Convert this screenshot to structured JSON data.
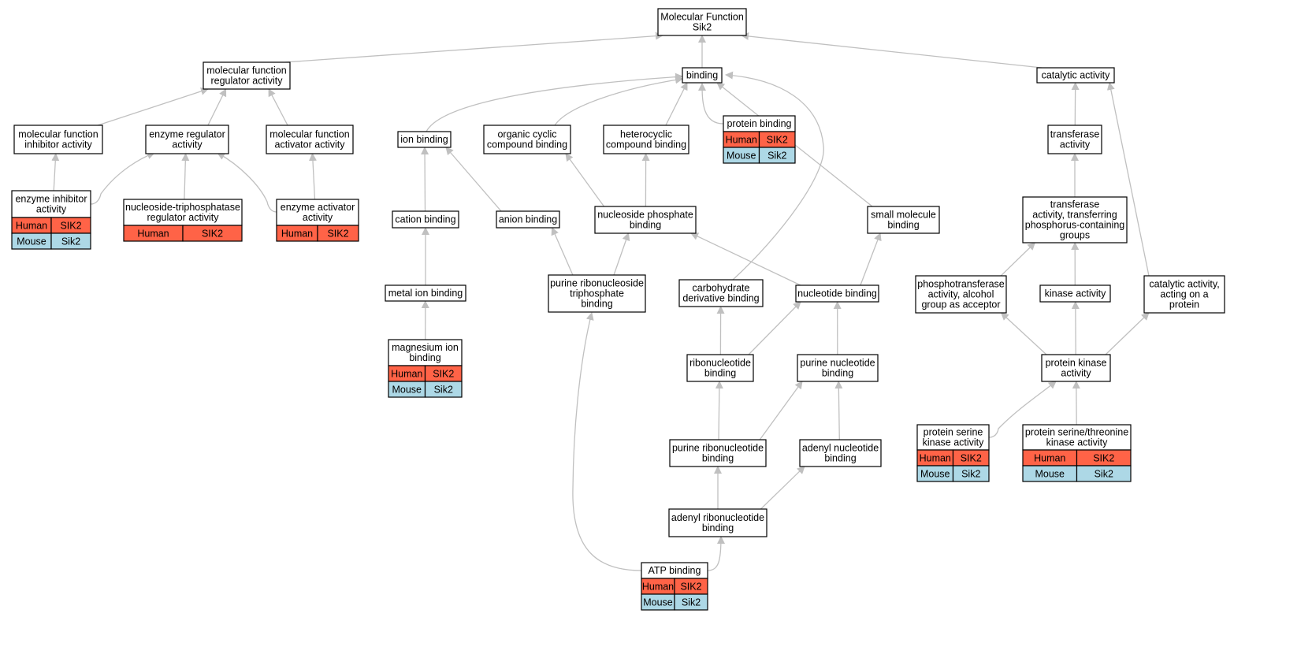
{
  "nodes": [
    {
      "id": "mf",
      "lines": [
        "Molecular Function",
        "Sik2"
      ]
    },
    {
      "id": "mfreg",
      "lines": [
        "molecular function",
        "regulator activity"
      ]
    },
    {
      "id": "binding",
      "lines": [
        "binding"
      ]
    },
    {
      "id": "catalytic",
      "lines": [
        "catalytic activity"
      ]
    },
    {
      "id": "mfinh",
      "lines": [
        "molecular function",
        "inhibitor activity"
      ]
    },
    {
      "id": "enzreg",
      "lines": [
        "enzyme regulator",
        "activity"
      ]
    },
    {
      "id": "mfact",
      "lines": [
        "molecular function",
        "activator activity"
      ]
    },
    {
      "id": "ionbind",
      "lines": [
        "ion binding"
      ]
    },
    {
      "id": "orgcyc",
      "lines": [
        "organic cyclic",
        "compound binding"
      ]
    },
    {
      "id": "hetcyc",
      "lines": [
        "heterocyclic",
        "compound binding"
      ]
    },
    {
      "id": "protbind",
      "lines": [
        "protein binding"
      ],
      "orthologs": [
        {
          "species": "Human",
          "gene": "SIK2"
        },
        {
          "species": "Mouse",
          "gene": "Sik2"
        }
      ]
    },
    {
      "id": "transferase",
      "lines": [
        "transferase",
        "activity"
      ]
    },
    {
      "id": "enzinh",
      "lines": [
        "enzyme inhibitor",
        "activity"
      ],
      "orthologs": [
        {
          "species": "Human",
          "gene": "SIK2"
        },
        {
          "species": "Mouse",
          "gene": "Sik2"
        }
      ]
    },
    {
      "id": "ntpreg",
      "lines": [
        "nucleoside-triphosphatase",
        "regulator activity"
      ],
      "orthologs": [
        {
          "species": "Human",
          "gene": "SIK2"
        }
      ]
    },
    {
      "id": "enzact",
      "lines": [
        "enzyme activator",
        "activity"
      ],
      "orthologs": [
        {
          "species": "Human",
          "gene": "SIK2"
        }
      ]
    },
    {
      "id": "cation",
      "lines": [
        "cation binding"
      ]
    },
    {
      "id": "anion",
      "lines": [
        "anion binding"
      ]
    },
    {
      "id": "nucphos",
      "lines": [
        "nucleoside phosphate",
        "binding"
      ]
    },
    {
      "id": "smallmol",
      "lines": [
        "small molecule",
        "binding"
      ]
    },
    {
      "id": "transphos",
      "lines": [
        "transferase",
        "activity, transferring",
        "phosphorus-containing",
        "groups"
      ]
    },
    {
      "id": "metal",
      "lines": [
        "metal ion binding"
      ]
    },
    {
      "id": "purtri",
      "lines": [
        "purine ribonucleoside",
        "triphosphate",
        "binding"
      ]
    },
    {
      "id": "carbo",
      "lines": [
        "carbohydrate",
        "derivative binding"
      ]
    },
    {
      "id": "nucleo",
      "lines": [
        "nucleotide binding"
      ]
    },
    {
      "id": "phosalc",
      "lines": [
        "phosphotransferase",
        "activity, alcohol",
        "group as acceptor"
      ]
    },
    {
      "id": "kinase",
      "lines": [
        "kinase activity"
      ]
    },
    {
      "id": "catprot",
      "lines": [
        "catalytic activity,",
        "acting on a",
        "protein"
      ]
    },
    {
      "id": "mag",
      "lines": [
        "magnesium ion",
        "binding"
      ],
      "orthologs": [
        {
          "species": "Human",
          "gene": "SIK2"
        },
        {
          "species": "Mouse",
          "gene": "Sik2"
        }
      ]
    },
    {
      "id": "ribonuc",
      "lines": [
        "ribonucleotide",
        "binding"
      ]
    },
    {
      "id": "purnuc",
      "lines": [
        "purine nucleotide",
        "binding"
      ]
    },
    {
      "id": "protkin",
      "lines": [
        "protein kinase",
        "activity"
      ]
    },
    {
      "id": "purribo",
      "lines": [
        "purine ribonucleotide",
        "binding"
      ]
    },
    {
      "id": "adenyl",
      "lines": [
        "adenyl nucleotide",
        "binding"
      ]
    },
    {
      "id": "pskin",
      "lines": [
        "protein serine",
        "kinase activity"
      ],
      "orthologs": [
        {
          "species": "Human",
          "gene": "SIK2"
        },
        {
          "species": "Mouse",
          "gene": "Sik2"
        }
      ]
    },
    {
      "id": "pstkin",
      "lines": [
        "protein serine/threonine",
        "kinase activity"
      ],
      "orthologs": [
        {
          "species": "Human",
          "gene": "SIK2"
        },
        {
          "species": "Mouse",
          "gene": "Sik2"
        }
      ]
    },
    {
      "id": "adenribo",
      "lines": [
        "adenyl ribonucleotide",
        "binding"
      ]
    },
    {
      "id": "atp",
      "lines": [
        "ATP binding"
      ],
      "orthologs": [
        {
          "species": "Human",
          "gene": "SIK2"
        },
        {
          "species": "Mouse",
          "gene": "Sik2"
        }
      ]
    }
  ],
  "edges": [
    {
      "from": "mfreg",
      "to": "mf"
    },
    {
      "from": "binding",
      "to": "mf"
    },
    {
      "from": "catalytic",
      "to": "mf"
    },
    {
      "from": "mfinh",
      "to": "mfreg"
    },
    {
      "from": "enzreg",
      "to": "mfreg"
    },
    {
      "from": "mfact",
      "to": "mfreg"
    },
    {
      "from": "enzinh",
      "to": "mfinh"
    },
    {
      "from": "enzinh",
      "to": "enzreg"
    },
    {
      "from": "ntpreg",
      "to": "enzreg"
    },
    {
      "from": "enzact",
      "to": "enzreg"
    },
    {
      "from": "enzact",
      "to": "mfact"
    },
    {
      "from": "ionbind",
      "to": "binding"
    },
    {
      "from": "orgcyc",
      "to": "binding"
    },
    {
      "from": "hetcyc",
      "to": "binding"
    },
    {
      "from": "protbind",
      "to": "binding"
    },
    {
      "from": "carbo",
      "to": "binding"
    },
    {
      "from": "smallmol",
      "to": "binding"
    },
    {
      "from": "cation",
      "to": "ionbind"
    },
    {
      "from": "anion",
      "to": "ionbind"
    },
    {
      "from": "metal",
      "to": "cation"
    },
    {
      "from": "mag",
      "to": "metal"
    },
    {
      "from": "nucphos",
      "to": "orgcyc"
    },
    {
      "from": "nucphos",
      "to": "hetcyc"
    },
    {
      "from": "purtri",
      "to": "anion"
    },
    {
      "from": "purtri",
      "to": "nucphos"
    },
    {
      "from": "nucleo",
      "to": "nucphos"
    },
    {
      "from": "nucleo",
      "to": "smallmol"
    },
    {
      "from": "ribonuc",
      "to": "carbo"
    },
    {
      "from": "ribonuc",
      "to": "nucleo"
    },
    {
      "from": "purnuc",
      "to": "nucleo"
    },
    {
      "from": "purribo",
      "to": "ribonuc"
    },
    {
      "from": "purribo",
      "to": "purnuc"
    },
    {
      "from": "adenyl",
      "to": "purnuc"
    },
    {
      "from": "adenribo",
      "to": "purribo"
    },
    {
      "from": "adenribo",
      "to": "adenyl"
    },
    {
      "from": "atp",
      "to": "adenribo"
    },
    {
      "from": "atp",
      "to": "purtri"
    },
    {
      "from": "transferase",
      "to": "catalytic"
    },
    {
      "from": "catprot",
      "to": "catalytic"
    },
    {
      "from": "transphos",
      "to": "transferase"
    },
    {
      "from": "phosalc",
      "to": "transphos"
    },
    {
      "from": "kinase",
      "to": "transphos"
    },
    {
      "from": "protkin",
      "to": "phosalc"
    },
    {
      "from": "protkin",
      "to": "kinase"
    },
    {
      "from": "protkin",
      "to": "catprot"
    },
    {
      "from": "pskin",
      "to": "protkin"
    },
    {
      "from": "pstkin",
      "to": "protkin"
    }
  ],
  "colors": {
    "human": "#ff6347",
    "mouse": "#add8e6",
    "edge": "#c0c0c0"
  }
}
